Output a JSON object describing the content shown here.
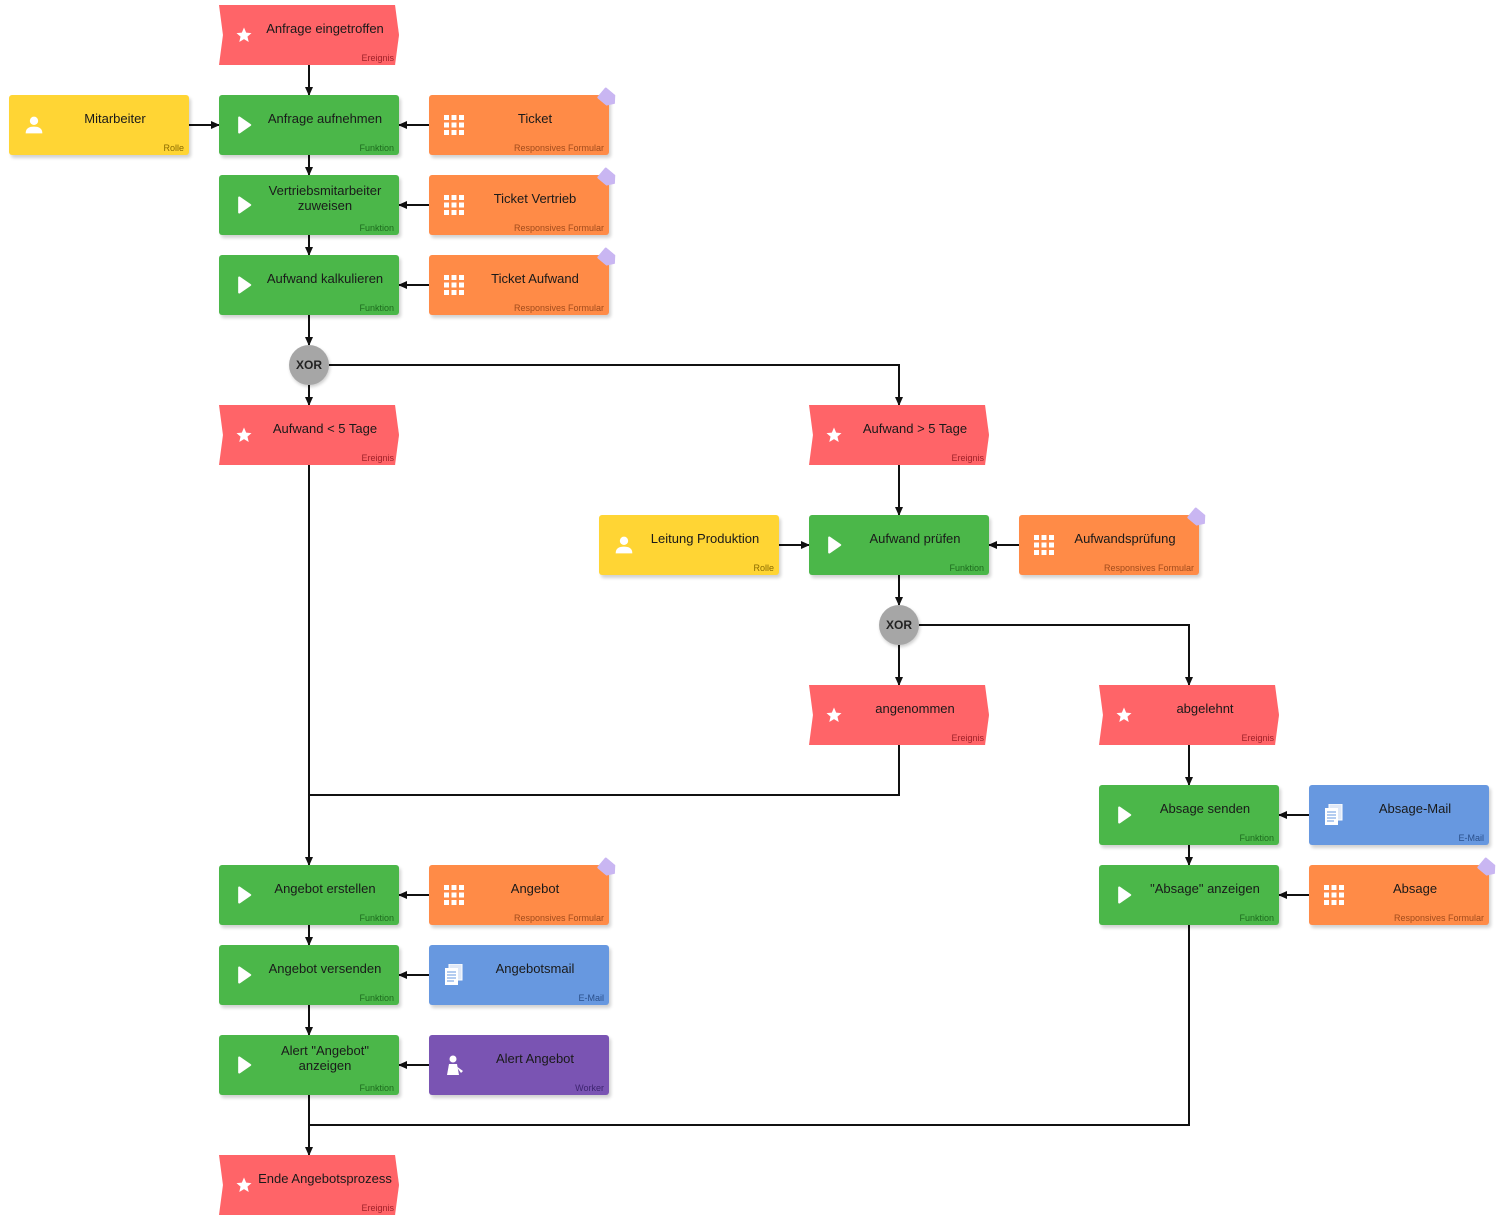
{
  "colors": {
    "event": "#ff6468",
    "function": "#4bb749",
    "role": "#ffd534",
    "form": "#ff8b47",
    "mail": "#6798e0",
    "worker": "#7a54b3",
    "gateway": "#a6a6a6",
    "edge": "#111111"
  },
  "nodes": {
    "e_start": {
      "label": "Anfrage eingetroffen",
      "type": "Ereignis",
      "icon": "star-icon"
    },
    "f_aufnehmen": {
      "label": "Anfrage aufnehmen",
      "type": "Funktion",
      "icon": "play-icon"
    },
    "r_mitarbeiter": {
      "label": "Mitarbeiter",
      "type": "Rolle",
      "icon": "user-icon"
    },
    "d_ticket": {
      "label": "Ticket",
      "type": "Responsives Formular",
      "icon": "grid-icon"
    },
    "f_zuweisen": {
      "label": "Vertriebsmitarbeiter zuweisen",
      "type": "Funktion",
      "icon": "play-icon"
    },
    "d_ticket_vertrieb": {
      "label": "Ticket Vertrieb",
      "type": "Responsives Formular",
      "icon": "grid-icon"
    },
    "f_kalkulieren": {
      "label": "Aufwand kalkulieren",
      "type": "Funktion",
      "icon": "play-icon"
    },
    "d_ticket_aufwand": {
      "label": "Ticket Aufwand",
      "type": "Responsives Formular",
      "icon": "grid-icon"
    },
    "x1": {
      "label": "XOR"
    },
    "e_lt5": {
      "label": "Aufwand < 5 Tage",
      "type": "Ereignis",
      "icon": "star-icon"
    },
    "e_gt5": {
      "label": "Aufwand > 5 Tage",
      "type": "Ereignis",
      "icon": "star-icon"
    },
    "r_leitung": {
      "label": "Leitung Produktion",
      "type": "Rolle",
      "icon": "user-icon"
    },
    "f_pruefen": {
      "label": "Aufwand prüfen",
      "type": "Funktion",
      "icon": "play-icon"
    },
    "d_aufwandspruefung": {
      "label": "Aufwandsprüfung",
      "type": "Responsives Formular",
      "icon": "grid-icon"
    },
    "x2": {
      "label": "XOR"
    },
    "e_angenommen": {
      "label": "angenommen",
      "type": "Ereignis",
      "icon": "star-icon"
    },
    "e_abgelehnt": {
      "label": "abgelehnt",
      "type": "Ereignis",
      "icon": "star-icon"
    },
    "f_absage_senden": {
      "label": "Absage senden",
      "type": "Funktion",
      "icon": "play-icon"
    },
    "m_absage_mail": {
      "label": "Absage-Mail",
      "type": "E-Mail",
      "icon": "document-icon"
    },
    "f_absage_anzeigen": {
      "label": "\"Absage\" anzeigen",
      "type": "Funktion",
      "icon": "play-icon"
    },
    "d_absage": {
      "label": "Absage",
      "type": "Responsives Formular",
      "icon": "grid-icon"
    },
    "f_angebot_erstellen": {
      "label": "Angebot erstellen",
      "type": "Funktion",
      "icon": "play-icon"
    },
    "d_angebot": {
      "label": "Angebot",
      "type": "Responsives Formular",
      "icon": "grid-icon"
    },
    "f_angebot_versenden": {
      "label": "Angebot versenden",
      "type": "Funktion",
      "icon": "play-icon"
    },
    "m_angebotsmail": {
      "label": "Angebotsmail",
      "type": "E-Mail",
      "icon": "document-icon"
    },
    "f_alert": {
      "label": "Alert \"Angebot\" anzeigen",
      "type": "Funktion",
      "icon": "play-icon"
    },
    "w_alert": {
      "label": "Alert Angebot",
      "type": "Worker",
      "icon": "worker-icon"
    },
    "e_ende": {
      "label": "Ende Angebotsprozess",
      "type": "Ereignis",
      "icon": "star-icon"
    }
  }
}
